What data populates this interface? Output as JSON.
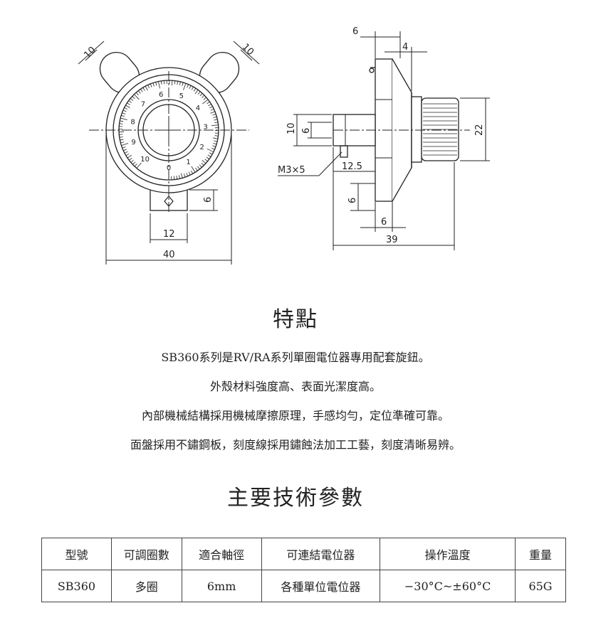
{
  "drawing": {
    "front_view": {
      "dims": {
        "arm_left": "10",
        "arm_right": "10",
        "shaft_height": "6",
        "shaft_width": "12",
        "overall_width": "40"
      },
      "dial_numbers": [
        "0",
        "1",
        "2",
        "3",
        "4",
        "5",
        "6",
        "7",
        "8",
        "9",
        "10"
      ]
    },
    "side_view": {
      "dims": {
        "top_6": "6",
        "top_4": "4",
        "left_10": "10",
        "left_6": "6",
        "knob_22": "22",
        "screw": "M3×5",
        "len_12_5": "12.5",
        "lower_6": "6",
        "bottom_6": "6",
        "overall_39": "39"
      }
    }
  },
  "features": {
    "title": "特點",
    "lines": [
      "SB360系列是RV/RA系列單圈電位器專用配套旋鈕。",
      "外殼材料強度高、表面光潔度高。",
      "內部機械結構採用機械摩擦原理，手感均勻，定位準確可靠。",
      "面盤採用不鏽鋼板，刻度線採用鏽蝕法加工工藝，刻度清晰易辨。"
    ]
  },
  "specs": {
    "title": "主要技術參數",
    "headers": [
      "型號",
      "可調圈數",
      "適合軸徑",
      "可連結電位器",
      "操作溫度",
      "重量"
    ],
    "row": [
      "SB360",
      "多圈",
      "6mm",
      "各種單位電位器",
      "−30°C~±60°C",
      "65G"
    ]
  }
}
